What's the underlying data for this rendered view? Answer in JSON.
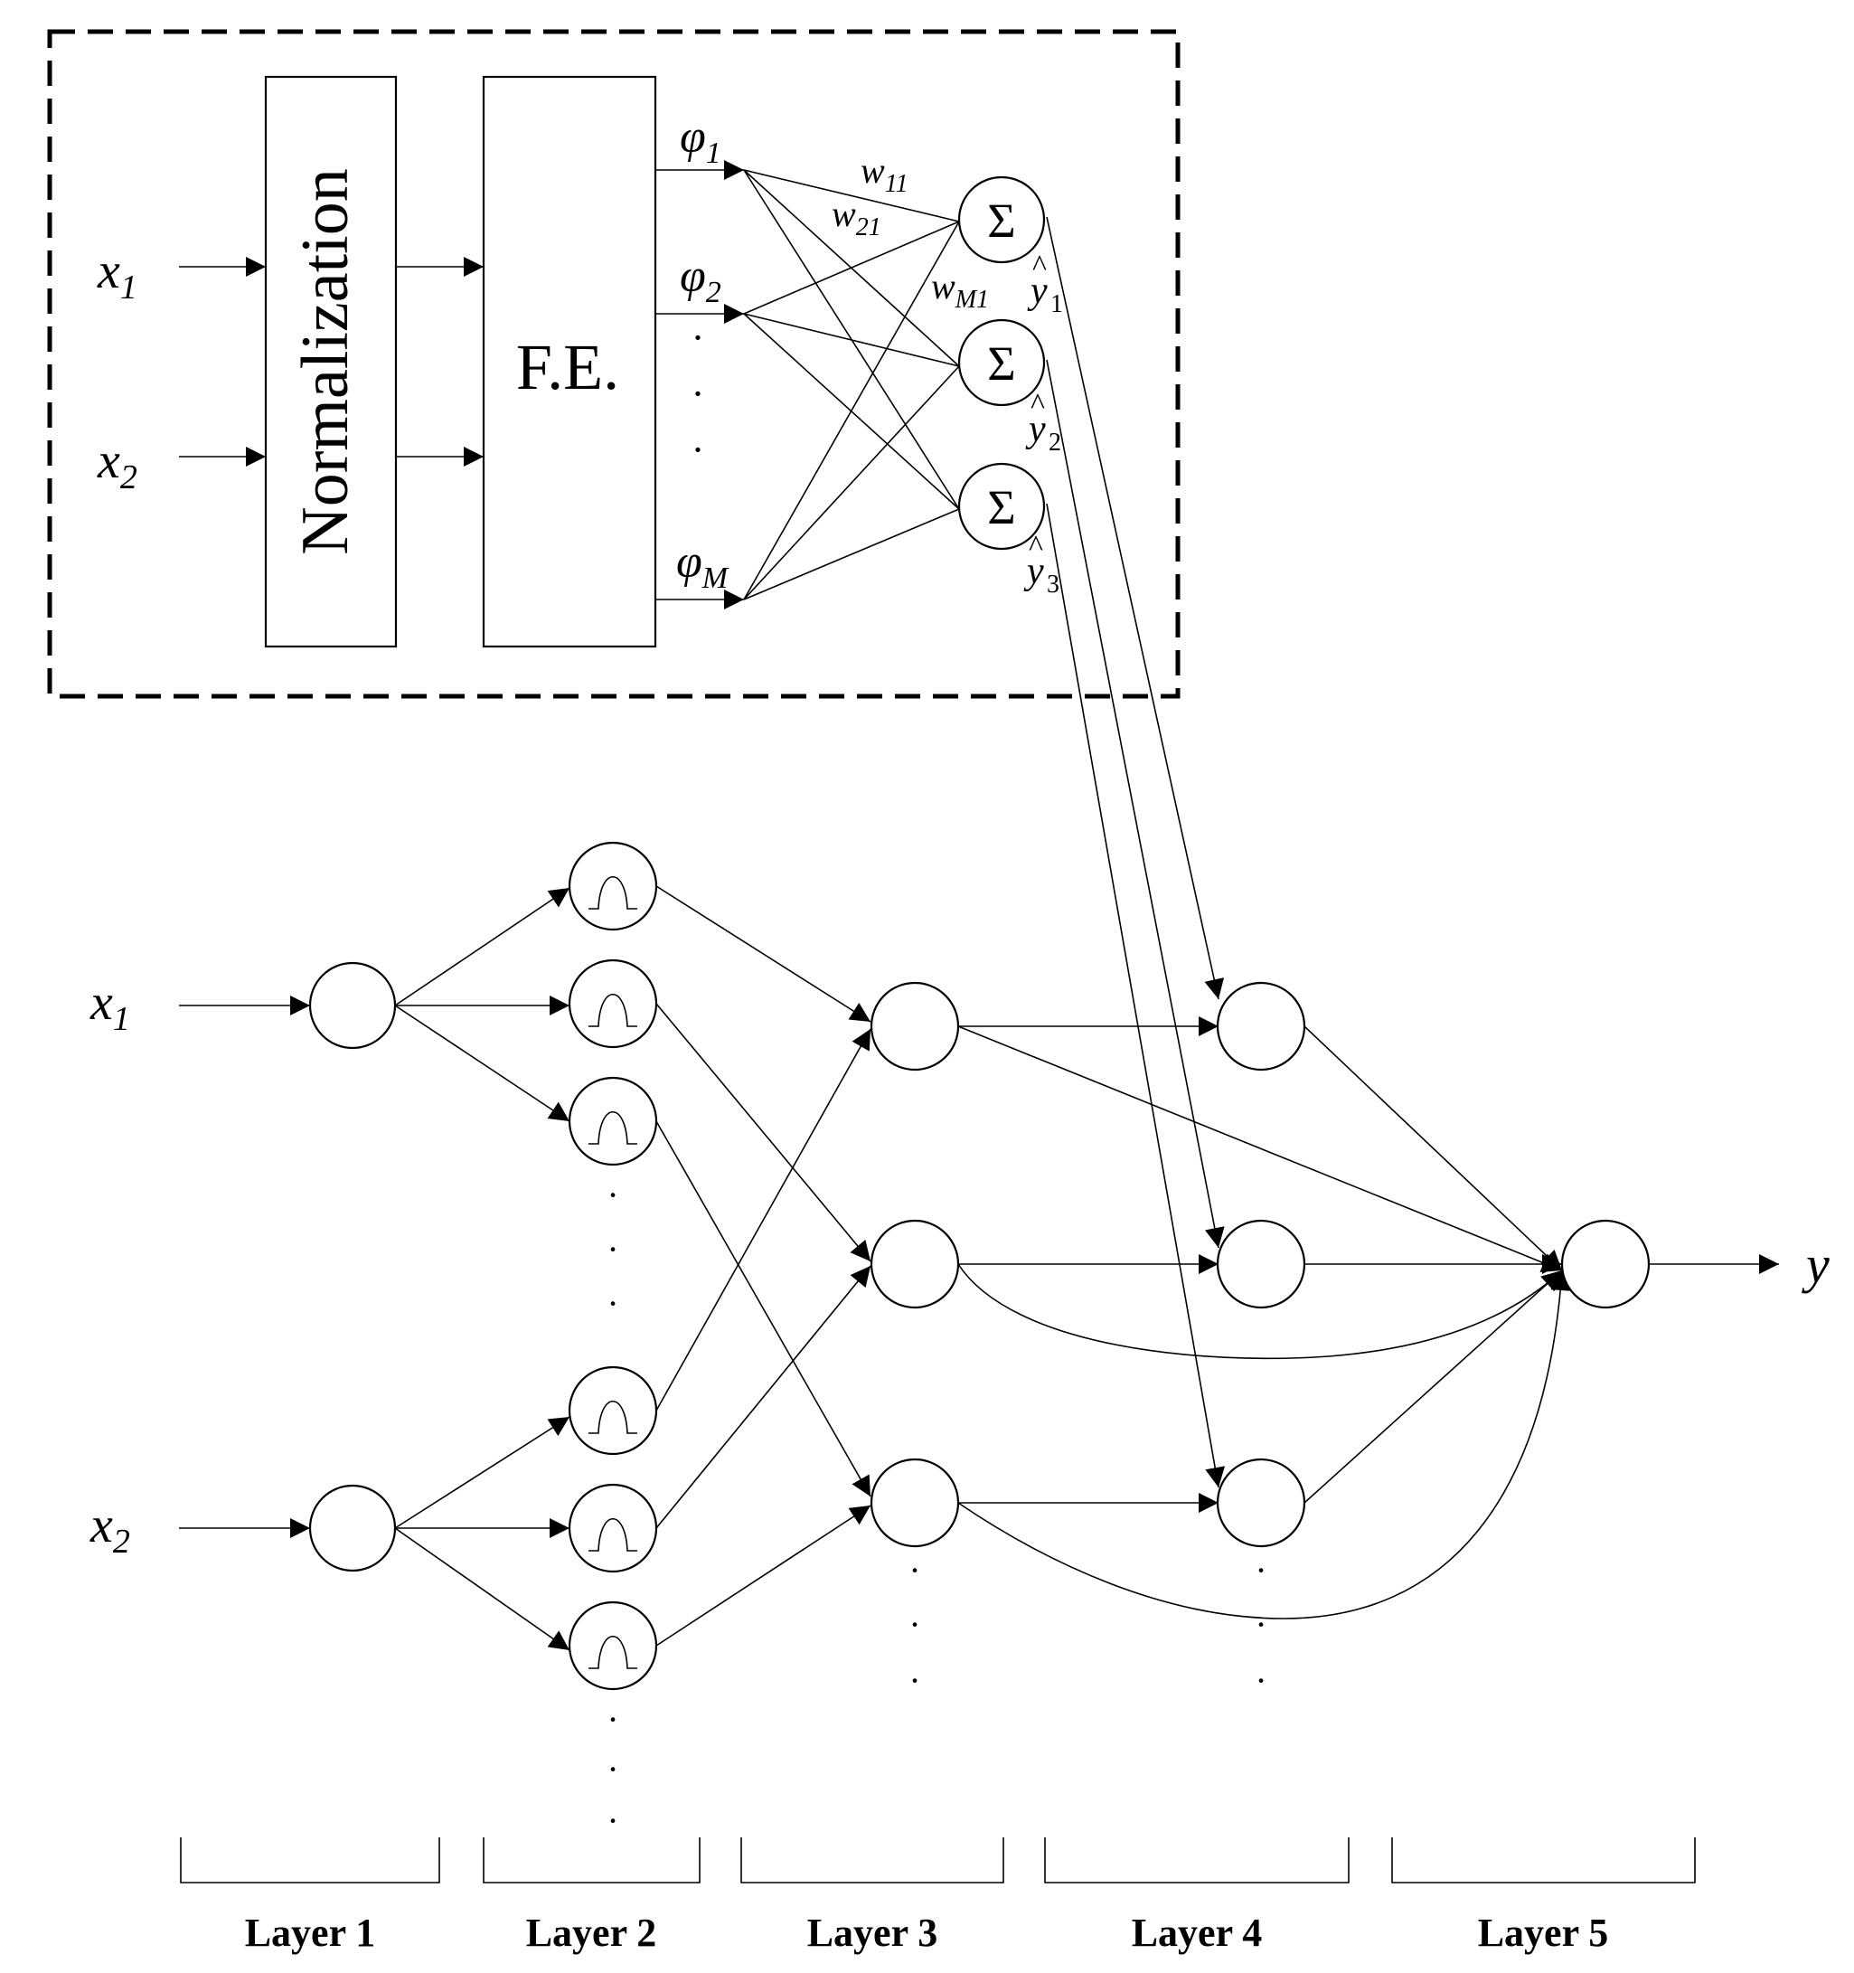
{
  "preprocessing": {
    "inputs": [
      "x",
      "x"
    ],
    "input_subscripts": [
      "1",
      "2"
    ],
    "normalization_label": "Normalization",
    "fe_label": "F.E.",
    "phi_symbol": "φ",
    "phi_subscripts": [
      "1",
      "2",
      "M"
    ],
    "sum_symbol": "Σ",
    "weights": [
      {
        "base": "w",
        "sub": "11"
      },
      {
        "base": "w",
        "sub": "21"
      },
      {
        "base": "w",
        "sub": "M1"
      }
    ],
    "outputs": {
      "base": "y",
      "hat": "^",
      "subs": [
        "1",
        "2",
        "3"
      ]
    },
    "ellipsis": "·"
  },
  "network": {
    "inputs": [
      "x",
      "x"
    ],
    "input_subscripts": [
      "1",
      "2"
    ],
    "output": "y",
    "ellipsis": "·"
  },
  "layers": [
    "Layer 1",
    "Layer 2",
    "Layer 3",
    "Layer 4",
    "Layer 5"
  ]
}
